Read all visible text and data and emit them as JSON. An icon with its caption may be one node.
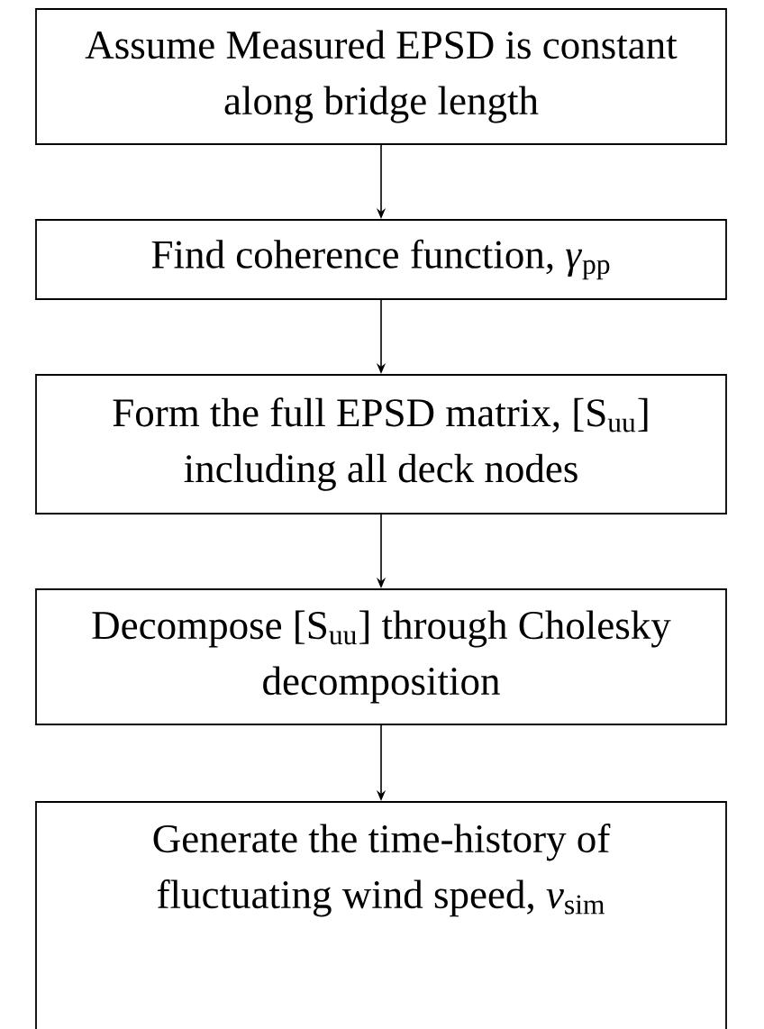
{
  "diagram": {
    "nodes": [
      {
        "text": [
          "Assume Measured EPSD is constant along bridge length"
        ]
      },
      {
        "text": [
          "Find coherence function, *γ*$_{pp}$"
        ]
      },
      {
        "text": [
          "Form the full EPSD matrix, [S$_{uu}$] including all deck nodes"
        ]
      },
      {
        "text": [
          "Decompose [S$_{uu}$] through Cholesky decomposition"
        ]
      },
      {
        "text": [
          "Generate the time-history of fluctuating wind speed, *v*$_{sim}$"
        ]
      }
    ],
    "edges": [
      {
        "from": 0,
        "to": 1,
        "arrow": "to"
      },
      {
        "from": 1,
        "to": 2,
        "arrow": "to"
      },
      {
        "from": 2,
        "to": 3,
        "arrow": "to"
      },
      {
        "from": 3,
        "to": 4,
        "arrow": "to"
      }
    ]
  }
}
